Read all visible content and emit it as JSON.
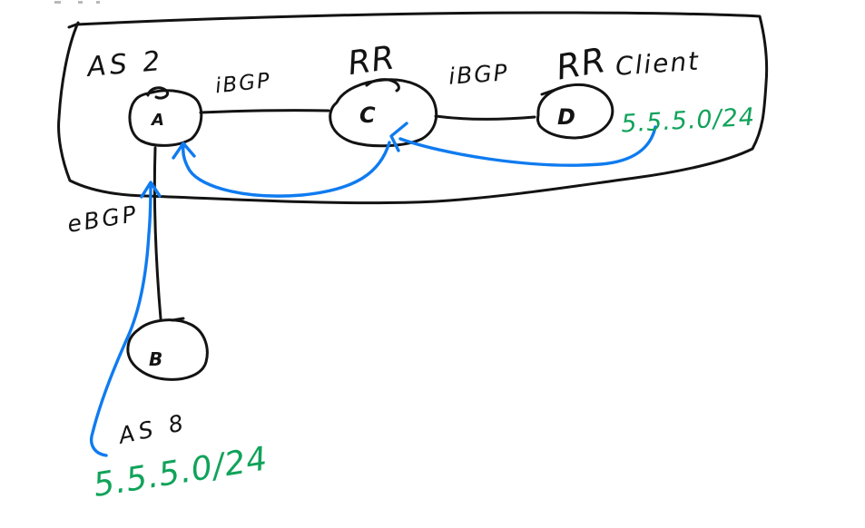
{
  "colors": {
    "background": "#ffffff",
    "ink": "#131313",
    "blue": "#0f7bf0",
    "green": "#10a35a",
    "artifact_gray": "#b9b9b9"
  },
  "as2": {
    "label": "AS 2",
    "nodes": {
      "a": "A",
      "c": "C",
      "d": "D"
    },
    "c_role": "RR",
    "d_role": "RR",
    "d_role_suffix": "Client",
    "link_ac_label": "iBGP",
    "link_cd_label": "iBGP",
    "advertised_prefix": "5.5.5.0/24"
  },
  "as8": {
    "label": "AS 8",
    "nodes": {
      "b": "B"
    },
    "advertised_prefix": "5.5.5.0/24"
  },
  "ebgp_label": "eBGP"
}
